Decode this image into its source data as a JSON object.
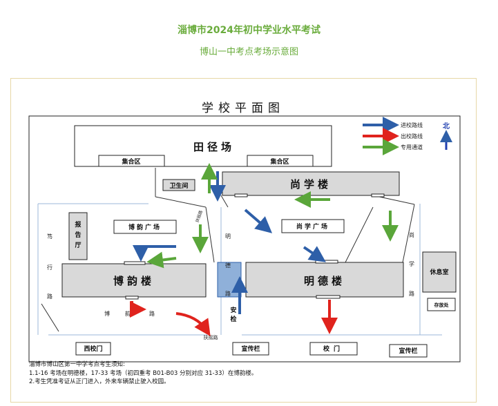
{
  "header": {
    "title": "淄博市2024年初中学业水平考试",
    "subtitle": "博山一中考点考场示意图"
  },
  "map": {
    "title": "学校平面图",
    "legend": {
      "in_route": "进校路线",
      "out_route": "出校路线",
      "special_route": "专用通道",
      "north": "北"
    },
    "buildings": {
      "field": "田径场",
      "gather_left": "集合区",
      "gather_right": "集合区",
      "clinic": "卫生间",
      "shangxue": "尚学楼",
      "report_hall": "报告厅",
      "boyun_square": "博韵广场",
      "shangxue_square": "尚学广场",
      "boyun": "博韵楼",
      "mingde": "明德楼",
      "lounge": "休息室",
      "storage": "存放处",
      "west_gate": "西校门",
      "school_gate": "校门",
      "board_left": "宣传栏",
      "board_right": "宣传栏"
    },
    "roads": {
      "duxing": "笃行路",
      "boyun_road": "博韵路",
      "ming": "明",
      "de": "德",
      "lu": "路",
      "shangxue_road": "尚学路",
      "handrail": "扶摇路",
      "handrail_top": "扶摇路",
      "security": "安检"
    },
    "colors": {
      "in": "#2e5fa8",
      "out": "#e0231d",
      "special": "#5aa63a",
      "building": "#d9d9d9"
    }
  },
  "notes": {
    "heading": "淄博市博山区第一中学考点考生须知:",
    "line1": "1.1-16 考场在明德楼，17-33 考场（初四重考 B01-B03 分别对应 31-33）在博韵楼。",
    "line2": "2.考生凭准考证从正门进入，外来车辆禁止驶入校园。"
  }
}
